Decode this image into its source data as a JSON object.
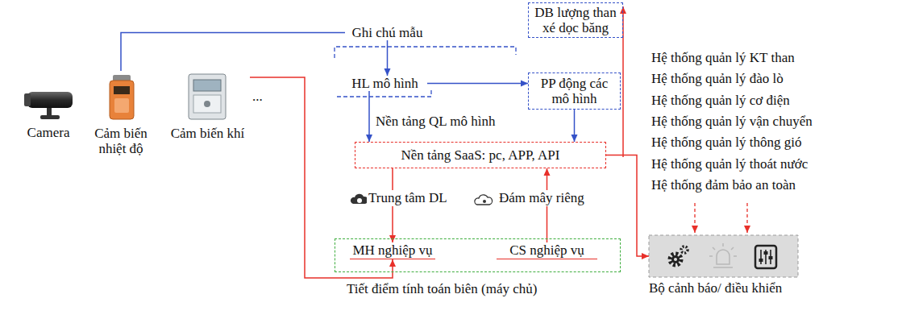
{
  "diagram": {
    "nodes": [
      {
        "text": [
          "Camera"
        ]
      },
      {
        "text": [
          "Cảm biến nhiệt độ"
        ]
      },
      {
        "text": [
          "Cảm biến khí"
        ]
      },
      {
        "text": [
          "Ghi chú mẫu"
        ]
      },
      {
        "text": [
          "DB lượng than xé dọc băng"
        ]
      },
      {
        "text": [
          "HL mô hình"
        ]
      },
      {
        "text": [
          "PP động các mô hình"
        ]
      },
      {
        "text": [
          "Nền tảng SaaS: pc, APP, API"
        ]
      },
      {
        "text": [
          "Tiết điểm tính toán biên (máy chủ)"
        ]
      },
      {
        "text": [
          "MH nghiệp vụ"
        ],
        "in": 8
      },
      {
        "text": [
          "CS nghiệp vụ"
        ],
        "in": 8
      },
      {
        "text": [
          "Bộ cảnh báo/ điều khiển"
        ]
      }
    ],
    "edges": [
      {
        "from": 1,
        "to": 3,
        "arrow": "none"
      },
      {
        "from": 3,
        "to": 5,
        "arrow": "to"
      },
      {
        "from": 5,
        "to": 6,
        "arrow": "to"
      },
      {
        "from": 5,
        "to": 7,
        "arrow": "to"
      },
      {
        "from": 6,
        "to": 7,
        "arrow": "to"
      },
      {
        "from": 7,
        "to": 11,
        "arrow": "to"
      },
      {
        "from": 7,
        "to": 9,
        "arrow": "to"
      },
      {
        "from": 10,
        "to": 7,
        "arrow": "to"
      },
      {
        "from": 2,
        "to": 9,
        "arrow": "to"
      }
    ],
    "labels": [
      "...",
      "Nền tảng QL mô hình",
      "Trung tâm DL",
      "Đám mây riêng",
      "Hệ thống quản lý KT than",
      "Hệ thống quản lý đào lò",
      "Hệ thống quản lý cơ điện",
      "Hệ thống quản lý vận chuyển",
      "Hệ thống quản lý thông gió",
      "Hệ thống quản lý thoát nước",
      "Hệ thống đảm bảo an toàn"
    ]
  }
}
